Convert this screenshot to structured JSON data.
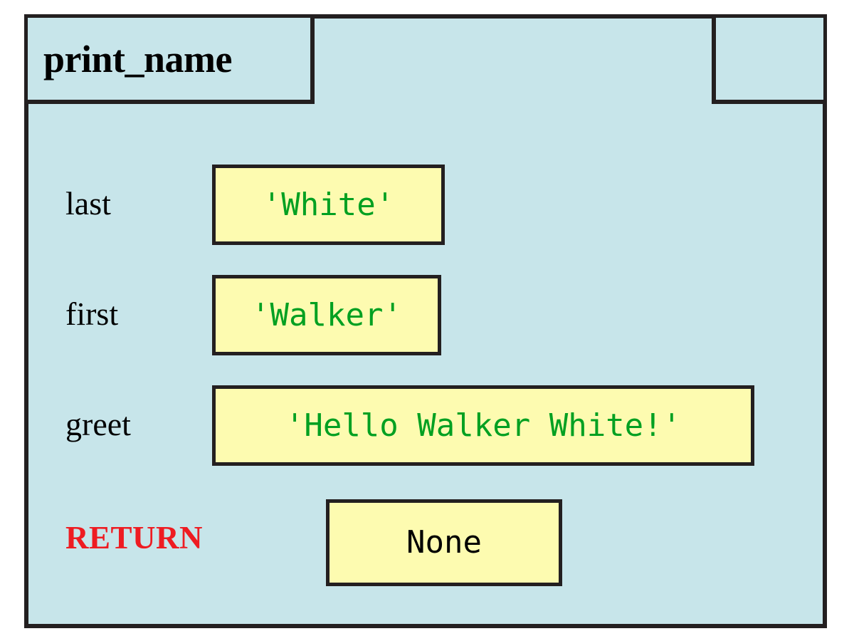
{
  "diagram": {
    "type": "python-call-frame",
    "function_name": "print_name",
    "colors": {
      "frame_background": "#c7e5ea",
      "frame_border": "#231f20",
      "value_box_background": "#fdfbb0",
      "string_value_text": "#00a021",
      "none_value_text": "#000000",
      "return_label_text": "#ee1c22"
    },
    "header": {
      "name_label": "print_name",
      "marker_box_label": ""
    },
    "rows": [
      {
        "name": "last",
        "label": "last",
        "value": "'White'",
        "value_kind": "string"
      },
      {
        "name": "first",
        "label": "first",
        "value": "'Walker'",
        "value_kind": "string"
      },
      {
        "name": "greet",
        "label": "greet",
        "value": "'Hello Walker White!'",
        "value_kind": "string"
      },
      {
        "name": "return",
        "label": "RETURN",
        "value": "None",
        "value_kind": "none"
      }
    ]
  }
}
